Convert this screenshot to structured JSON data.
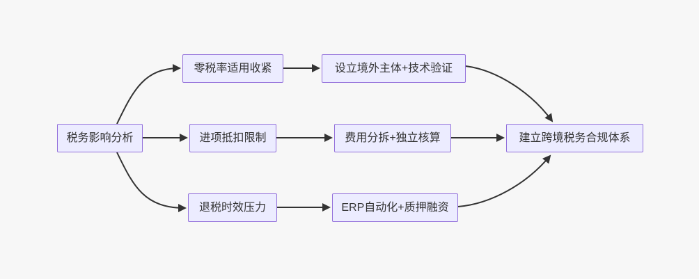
{
  "diagram": {
    "type": "flowchart",
    "direction": "left-to-right",
    "colors": {
      "background": "#F7F7F7",
      "node_fill": "#ECECFF",
      "node_border": "#9370DB",
      "edge": "#333333",
      "text": "#333333"
    },
    "nodes": [
      {
        "id": "A",
        "label": "税务影响分析"
      },
      {
        "id": "B1",
        "label": "零税率适用收紧"
      },
      {
        "id": "B2",
        "label": "进项抵扣限制"
      },
      {
        "id": "B3",
        "label": "退税时效压力"
      },
      {
        "id": "C1",
        "label": "设立境外主体+技术验证"
      },
      {
        "id": "C2",
        "label": "费用分拆+独立核算"
      },
      {
        "id": "C3",
        "label": "ERP自动化+质押融资"
      },
      {
        "id": "D",
        "label": "建立跨境税务合规体系"
      }
    ],
    "edges": [
      {
        "from": "A",
        "to": "B1"
      },
      {
        "from": "A",
        "to": "B2"
      },
      {
        "from": "A",
        "to": "B3"
      },
      {
        "from": "B1",
        "to": "C1"
      },
      {
        "from": "B2",
        "to": "C2"
      },
      {
        "from": "B3",
        "to": "C3"
      },
      {
        "from": "C1",
        "to": "D"
      },
      {
        "from": "C2",
        "to": "D"
      },
      {
        "from": "C3",
        "to": "D"
      }
    ]
  }
}
